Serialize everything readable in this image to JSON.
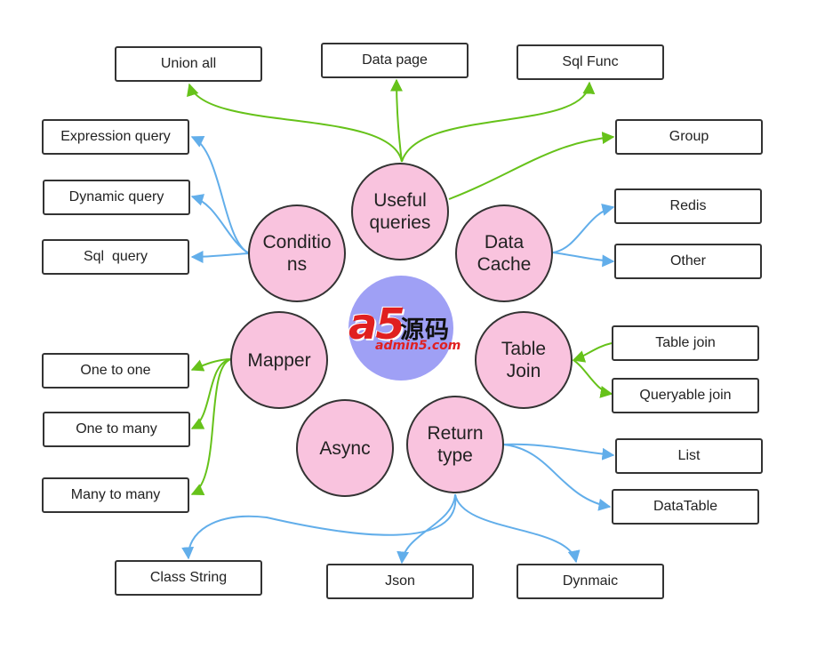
{
  "diagram": {
    "center_logo": {
      "brand": "a5",
      "chinese": "源码",
      "url": "admin5.com"
    },
    "hubs": {
      "useful_queries": "Useful\nqueries",
      "conditions": "Conditio\nns",
      "data_cache": "Data\nCache",
      "mapper": "Mapper",
      "table_join": "Table\nJoin",
      "async": "Async",
      "return_type": "Return\ntype"
    },
    "leaves": {
      "union_all": "Union all",
      "data_page": "Data page",
      "sql_func": "Sql Func",
      "group": "Group",
      "expression_query": "Expression query",
      "dynamic_query": "Dynamic query",
      "sql_query": "Sql  query",
      "redis": "Redis",
      "other": "Other",
      "one_to_one": "One to one",
      "one_to_many": "One to many",
      "many_to_many": "Many to many",
      "table_join": "Table join",
      "queryable_join": "Queryable join",
      "list": "List",
      "datatable": "DataTable",
      "class_string": "Class String",
      "json": "Json",
      "dynmaic": "Dynmaic"
    },
    "colors": {
      "green_edge": "#66c21a",
      "blue_edge": "#62aeea",
      "hub_fill": "#f9c3de",
      "center_disc": "#9fa0f5",
      "logo_red": "#e02020"
    }
  }
}
